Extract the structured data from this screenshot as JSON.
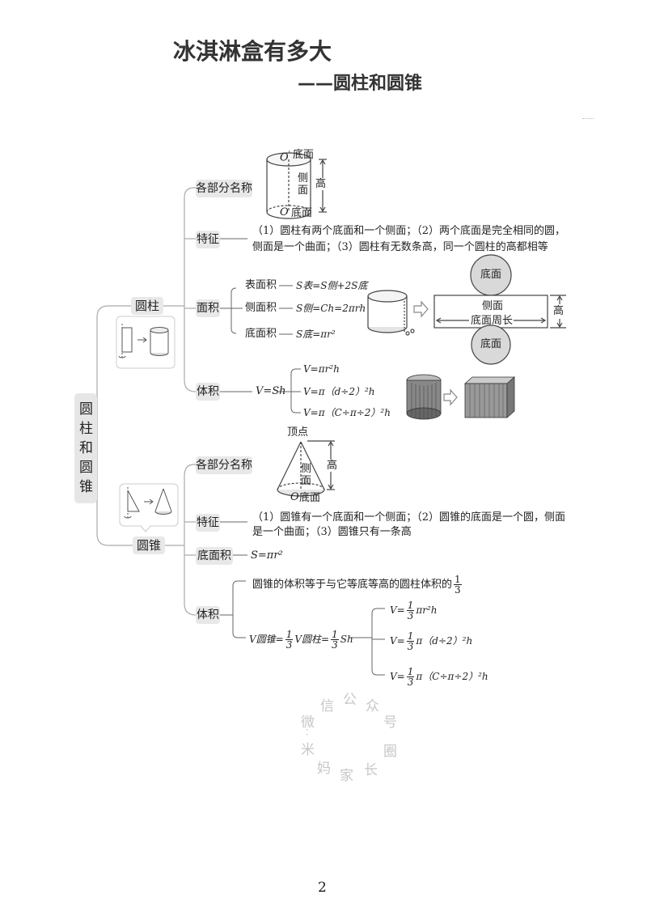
{
  "title": "冰淇淋盒有多大",
  "subtitle": "——圆柱和圆锥",
  "root": "圆柱和圆锥",
  "cylinder": {
    "label": "圆柱",
    "parts": {
      "label": "各部分名称",
      "o_top": "O",
      "o_top_sup": "'",
      "top": "底面",
      "side": "侧面",
      "height": "高",
      "o_bottom": "O",
      "bottom": "底面"
    },
    "features": {
      "label": "特征",
      "line1": "（1）圆柱有两个底面和一个侧面；（2）两个底面是完全相同的圆，",
      "line2": "侧面是一个曲面；（3）圆柱有无数条高，同一个圆柱的高都相等"
    },
    "area": {
      "label": "面积",
      "surface": "表面积",
      "surface_f": "S表=S侧+2S底",
      "lateral": "侧面积",
      "lateral_f": "S侧=Ch=2πrh",
      "base": "底面积",
      "base_f": "S底=πr²",
      "net_top": "底面",
      "net_side": "侧面",
      "net_perimeter": "底面周长",
      "net_height": "高",
      "net_bottom": "底面"
    },
    "volume": {
      "label": "体积",
      "main": "V=Sh",
      "f1": "V=πr²h",
      "f2": "V=π（d÷2）²h",
      "f3": "V=π（C÷π÷2）²h"
    }
  },
  "cone": {
    "label": "圆锥",
    "parts": {
      "label": "各部分名称",
      "apex": "顶点",
      "side": "侧面",
      "height": "高",
      "o": "O",
      "bottom": "底面"
    },
    "features": {
      "label": "特征",
      "line1": "（1）圆锥有一个底面和一个侧面；（2）圆锥的底面是一个圆，侧面",
      "line2": "是一个曲面；（3）圆锥只有一条高"
    },
    "base": {
      "label": "底面积",
      "formula": "S=πr²"
    },
    "volume": {
      "label": "体积",
      "desc": "圆锥的体积等于与它等底等高的圆柱体积的",
      "frac_n": "1",
      "frac_d": "3",
      "main_l": "V圆锥=",
      "main_m": "V圆柱=",
      "main_r": "Sh",
      "f1_l": "V=",
      "f1_r": "πr²h",
      "f2_l": "V=",
      "f2_r": "π（d÷2）²h",
      "f3_l": "V=",
      "f3_r": "π（C÷π÷2）²h"
    }
  },
  "watermark": [
    "微",
    "信",
    "公",
    "众",
    "号",
    "：",
    "米",
    "妈",
    "家",
    "长",
    "圈"
  ],
  "page_number": "2"
}
